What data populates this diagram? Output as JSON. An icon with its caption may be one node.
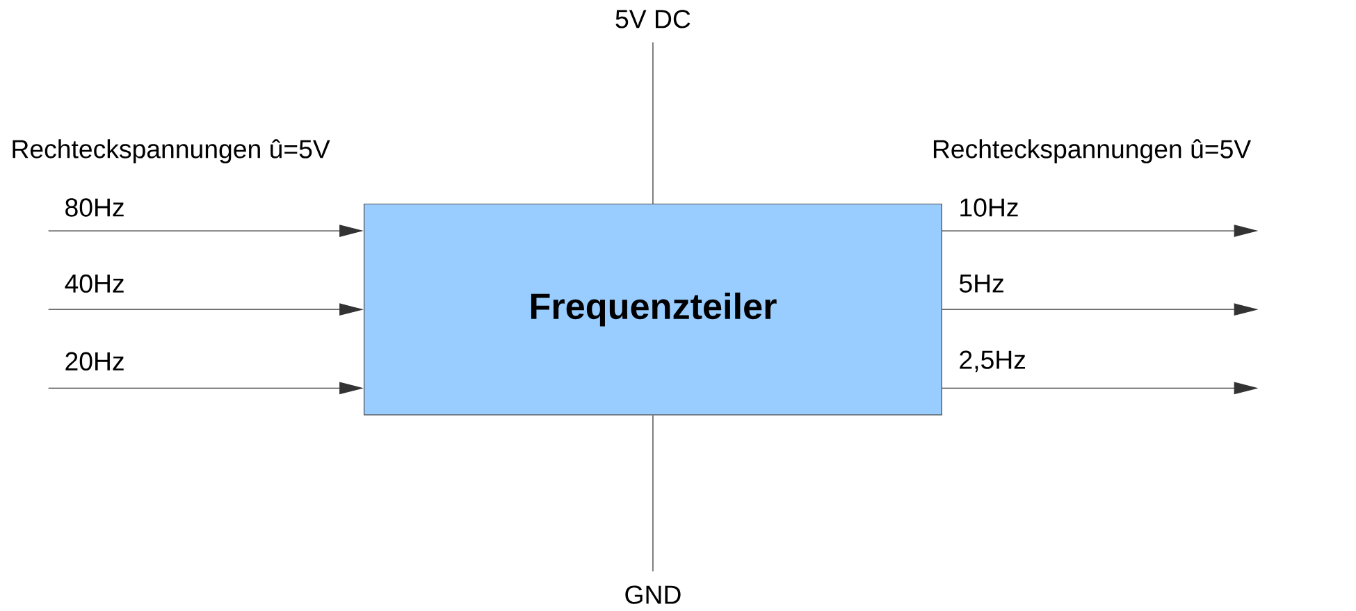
{
  "diagram": {
    "nodes": [
      {
        "text": [
          "Frequenzteiler"
        ]
      },
      {
        "text": [
          "5V DC"
        ]
      },
      {
        "text": [
          "GND"
        ]
      }
    ],
    "edges": [
      {
        "from": 1,
        "to": 0,
        "arrow": "none"
      },
      {
        "from": 0,
        "to": 2,
        "arrow": "none"
      },
      {
        "from": null,
        "to": 0,
        "arrow": "to",
        "label": "80Hz"
      },
      {
        "from": null,
        "to": 0,
        "arrow": "to",
        "label": "40Hz"
      },
      {
        "from": null,
        "to": 0,
        "arrow": "to",
        "label": "20Hz"
      },
      {
        "from": 0,
        "to": null,
        "arrow": "to",
        "label": "10Hz"
      },
      {
        "from": 0,
        "to": null,
        "arrow": "to",
        "label": "5Hz"
      },
      {
        "from": 0,
        "to": null,
        "arrow": "to",
        "label": "2,5Hz"
      }
    ],
    "labels": [
      "Rechteckspannungen û=5V",
      "Rechteckspannungen û=5V"
    ]
  }
}
